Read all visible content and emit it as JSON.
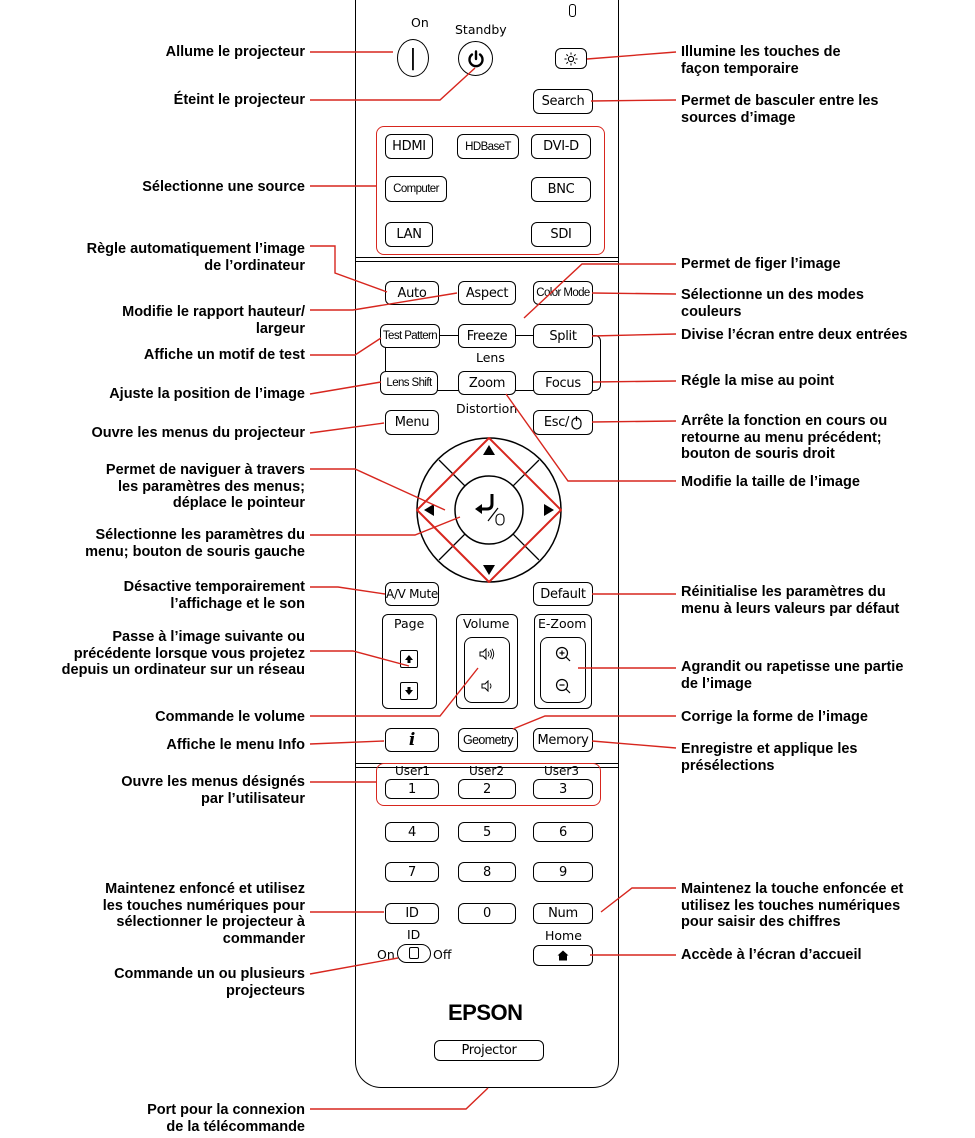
{
  "colors": {
    "accent": "#d7261e",
    "ink": "#000000",
    "background": "#ffffff"
  },
  "remote": {
    "brand": "EPSON",
    "model_label": "Projector",
    "on_label": "On",
    "standby_label": "Standby",
    "power_on_symbol": "|",
    "standby_icon": "power-icon",
    "light_icon": "sun-icon",
    "search": "Search",
    "sources": {
      "hdmi": "HDMI",
      "hdbaset": "HDBaseT",
      "dvid": "DVI-D",
      "computer": "Computer",
      "bnc": "BNC",
      "lan": "LAN",
      "sdi": "SDI"
    },
    "auto": "Auto",
    "aspect": "Aspect",
    "color_mode": "Color Mode",
    "test_pattern": "Test Pattern",
    "freeze": "Freeze",
    "split": "Split",
    "lens": "Lens",
    "lens_shift": "Lens Shift",
    "zoom": "Zoom",
    "focus": "Focus",
    "distortion": "Distortion",
    "menu": "Menu",
    "esc": "Esc/",
    "av_mute": "A/V Mute",
    "default": "Default",
    "page": "Page",
    "volume": "Volume",
    "ezoom": "E-Zoom",
    "info": "i",
    "geometry": "Geometry",
    "memory": "Memory",
    "user1": "User1",
    "user2": "User2",
    "user3": "User3",
    "digits": [
      "1",
      "2",
      "3",
      "4",
      "5",
      "6",
      "7",
      "8",
      "9",
      "0"
    ],
    "id": "ID",
    "num": "Num",
    "home": "Home",
    "id_switch_label": "ID",
    "id_on": "On",
    "id_off": "Off"
  },
  "callouts": {
    "left": [
      "Allume le projecteur",
      "Éteint le projecteur",
      "Sélectionne une source",
      "Règle automatiquement l’image\nde l’ordinateur",
      "Modifie le rapport hauteur/\nlargeur",
      "Affiche un motif de test",
      "Ajuste la position de l’image",
      "Ouvre les menus du projecteur",
      "Permet de naviguer à travers\nles paramètres des menus;\ndéplace le pointeur",
      "Sélectionne les paramètres du\nmenu; bouton de souris gauche",
      "Désactive temporairement\nl’affichage et le son",
      "Passe à l’image suivante ou\nprécédente lorsque vous projetez\ndepuis un ordinateur sur un réseau",
      "Commande le volume",
      "Affiche le menu Info",
      "Ouvre les menus désignés\npar l’utilisateur",
      "Maintenez enfoncé et utilisez\nles touches numériques pour\nsélectionner le projecteur à\ncommander",
      "Commande un ou plusieurs\nprojecteurs",
      "Port pour la connexion\nde la télécommande"
    ],
    "right": [
      "Illumine les touches de\nfaçon temporaire",
      "Permet de basculer entre les\nsources d’image",
      "Permet de figer l’image",
      "Sélectionne un des modes\ncouleurs",
      "Divise l’écran entre deux entrées",
      "Régle la mise au point",
      "Arrête la fonction en cours ou\nretourne au menu précédent;\nbouton de souris droit",
      "Modifie la taille de l’image",
      "Réinitialise les paramètres du\nmenu à leurs valeurs par défaut",
      "Agrandit ou rapetisse une partie\nde l’image",
      "Corrige la forme de l’image",
      "Enregistre et applique les\nprésélections",
      "Maintenez la touche enfoncée et\nutilisez les touches numériques\npour saisir des chiffres",
      "Accède à l’écran d’accueil"
    ]
  }
}
